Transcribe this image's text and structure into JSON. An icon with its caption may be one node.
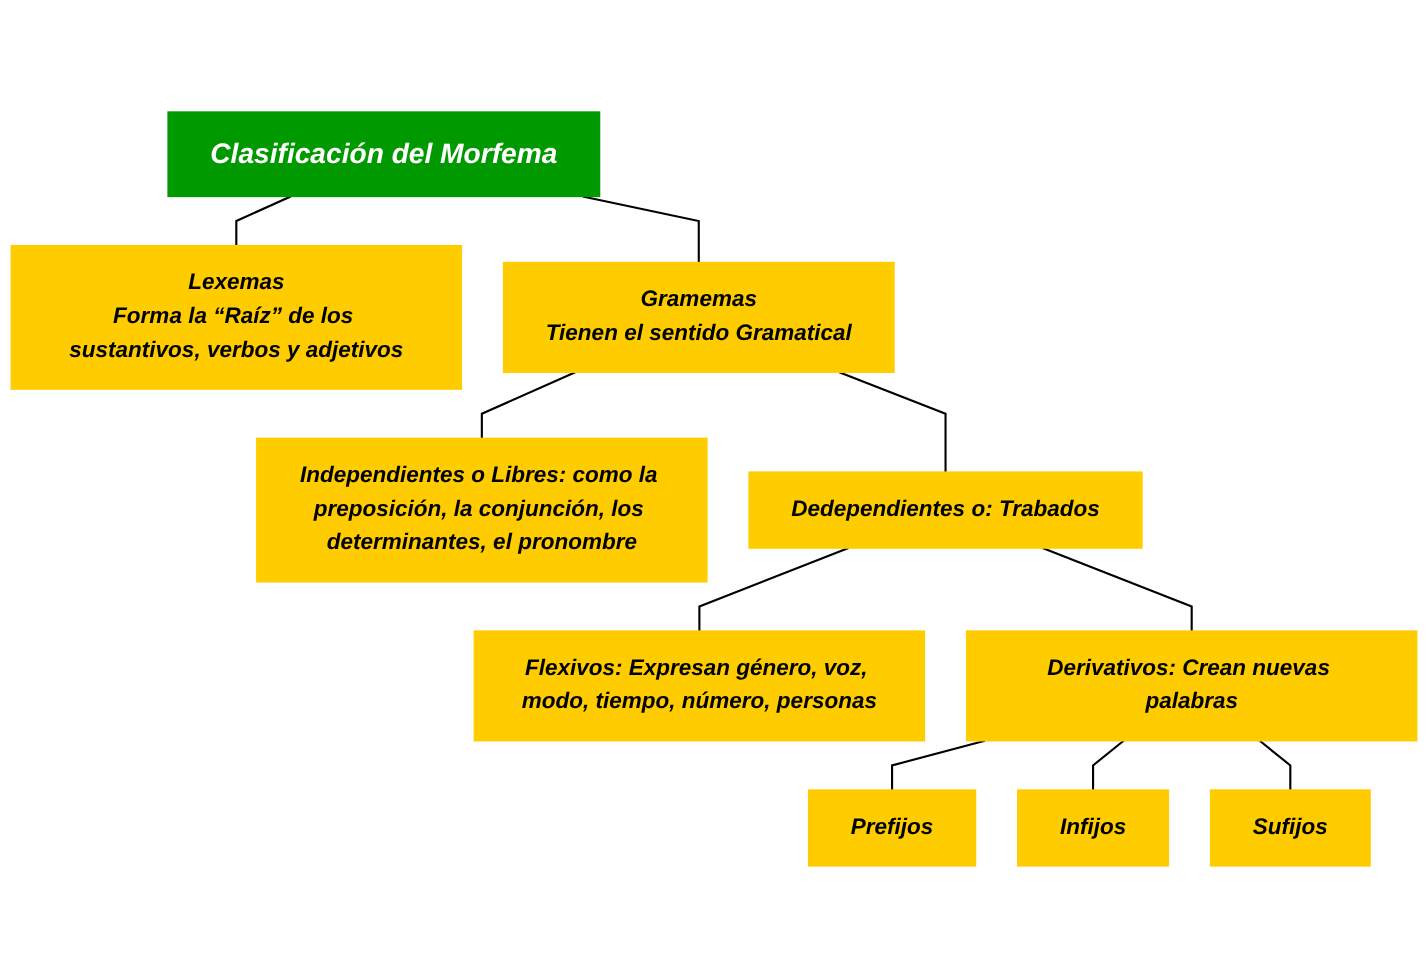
{
  "diagram": {
    "nodes": [
      {
        "text": [
          "Clasificación del Morfema"
        ]
      },
      {
        "text": [
          "Lexemas",
          "Forma la “Raíz” de los sustantivos, verbos y adjetivos"
        ]
      },
      {
        "text": [
          "Gramemas",
          "Tienen el sentido Gramatical"
        ]
      },
      {
        "text": [
          "Independientes o Libres: como la preposición, la conjunción, los determinantes, el pronombre"
        ]
      },
      {
        "text": [
          "Dedependientes o: Trabados"
        ]
      },
      {
        "text": [
          "Flexivos: Expresan género, voz, modo, tiempo, número, personas"
        ]
      },
      {
        "text": [
          "Derivativos: Crean nuevas palabras"
        ]
      },
      {
        "text": [
          "Prefijos"
        ]
      },
      {
        "text": [
          "Infijos"
        ]
      },
      {
        "text": [
          "Sufijos"
        ]
      }
    ],
    "edges": [
      {
        "from": 0,
        "to": 1,
        "arrow": "none"
      },
      {
        "from": 0,
        "to": 2,
        "arrow": "none"
      },
      {
        "from": 2,
        "to": 3,
        "arrow": "none"
      },
      {
        "from": 2,
        "to": 4,
        "arrow": "none"
      },
      {
        "from": 4,
        "to": 5,
        "arrow": "none"
      },
      {
        "from": 4,
        "to": 6,
        "arrow": "none"
      },
      {
        "from": 6,
        "to": 7,
        "arrow": "none"
      },
      {
        "from": 6,
        "to": 8,
        "arrow": "none"
      },
      {
        "from": 6,
        "to": 9,
        "arrow": "none"
      }
    ]
  }
}
